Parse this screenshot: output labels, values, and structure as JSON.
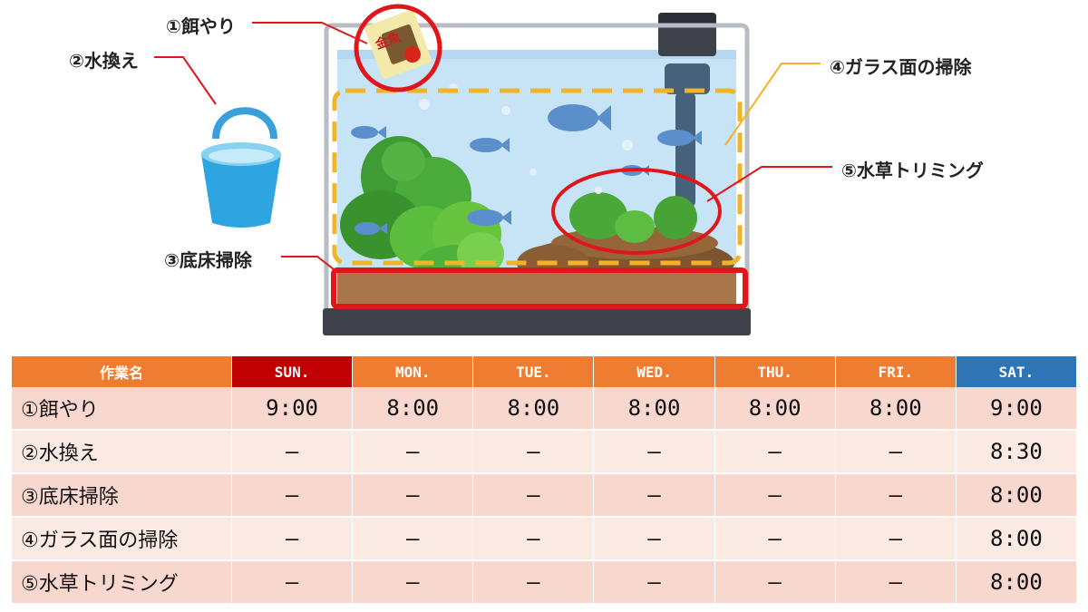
{
  "callouts": {
    "feeding": "①餌やり",
    "water_change": "②水換え",
    "gravel": "③底床掃除",
    "glass": "④ガラス面の掃除",
    "trimming": "⑤水草トリミング"
  },
  "food_label": "金魚",
  "colors": {
    "header_orange": "#ee7d31",
    "header_sun": "#c00000",
    "header_sat": "#2e75b6",
    "row_odd": "#f8d7cf",
    "row_even": "#fbe9e4",
    "callout_red": "#e0161b",
    "glass_dash": "#f0b429"
  },
  "table": {
    "headers": [
      "作業名",
      "SUN.",
      "MON.",
      "TUE.",
      "WED.",
      "THU.",
      "FRI.",
      "SAT."
    ],
    "rows": [
      {
        "name": "①餌やり",
        "cells": [
          "9:00",
          "8:00",
          "8:00",
          "8:00",
          "8:00",
          "8:00",
          "9:00"
        ]
      },
      {
        "name": "②水換え",
        "cells": [
          "–",
          "–",
          "–",
          "–",
          "–",
          "–",
          "8:30"
        ]
      },
      {
        "name": "③底床掃除",
        "cells": [
          "–",
          "–",
          "–",
          "–",
          "–",
          "–",
          "8:00"
        ]
      },
      {
        "name": "④ガラス面の掃除",
        "cells": [
          "–",
          "–",
          "–",
          "–",
          "–",
          "–",
          "8:00"
        ]
      },
      {
        "name": "⑤水草トリミング",
        "cells": [
          "–",
          "–",
          "–",
          "–",
          "–",
          "–",
          "8:00"
        ]
      }
    ]
  }
}
